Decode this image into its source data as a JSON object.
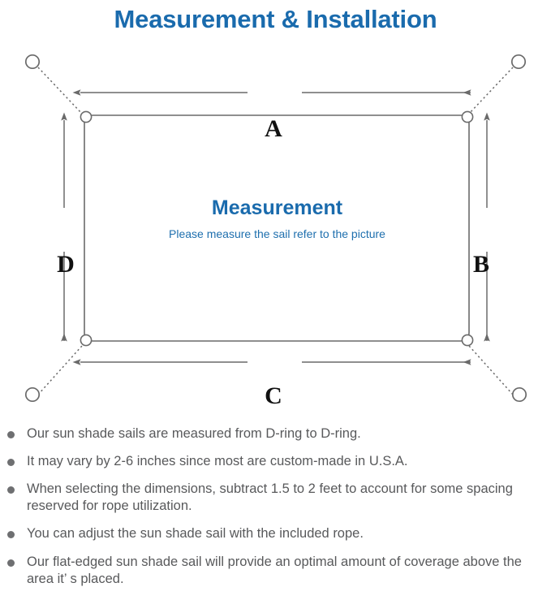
{
  "header": {
    "title": "Measurement & Installation",
    "title_color": "#1a6bad"
  },
  "diagram": {
    "sail": {
      "title": "Measurement",
      "subtitle": "Please measure the sail refer to the picture",
      "title_color": "#1a6bad",
      "subtitle_color": "#1e6fae",
      "edge_color": "#5e5e5e"
    },
    "dimensions": {
      "top": "A",
      "right": "B",
      "bottom": "C",
      "left": "D"
    },
    "hardware": {
      "d_ring_label": "D-ring",
      "anchor_ring_label": "anchor-ring",
      "rope_style": "dotted"
    }
  },
  "notes": {
    "bullet_color": "#6e6f71",
    "text_color": "#58595b",
    "items": [
      "Our sun shade sails are measured from D-ring to D-ring.",
      "It may vary by 2-6 inches since most are custom-made in U.S.A.",
      "When selecting the dimensions, subtract 1.5 to 2 feet to account for some spacing reserved for rope utilization.",
      "You can adjust the sun shade sail with the included rope.",
      "Our flat-edged sun shade sail will provide an optimal amount of coverage above the area it’ s placed."
    ]
  }
}
